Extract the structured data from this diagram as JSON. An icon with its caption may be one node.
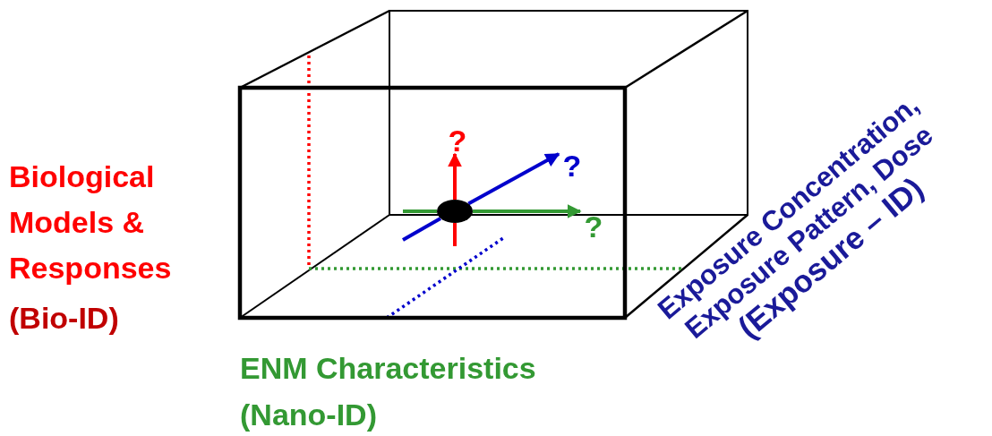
{
  "diagram": {
    "nodes": [
      {
        "text": [],
        "shape": "circle"
      },
      {
        "text": [
          "?"
        ]
      },
      {
        "text": [
          "?"
        ]
      },
      {
        "text": [
          "?"
        ]
      }
    ],
    "edges": [
      {
        "from": 0,
        "to": 1,
        "arrow": "to",
        "color": "#ff0000"
      },
      {
        "from": 0,
        "to": 2,
        "arrow": "to",
        "color": "#0000cc"
      },
      {
        "from": 0,
        "to": 3,
        "arrow": "to",
        "color": "#339933"
      }
    ],
    "labels": [
      "Biological Models & Responses",
      "(Bio-ID)",
      "ENM Characteristics",
      "(Nano-ID)",
      "Exposure Concentration, Exposure Pattern, Dose",
      "(Exposure – ID)"
    ]
  }
}
